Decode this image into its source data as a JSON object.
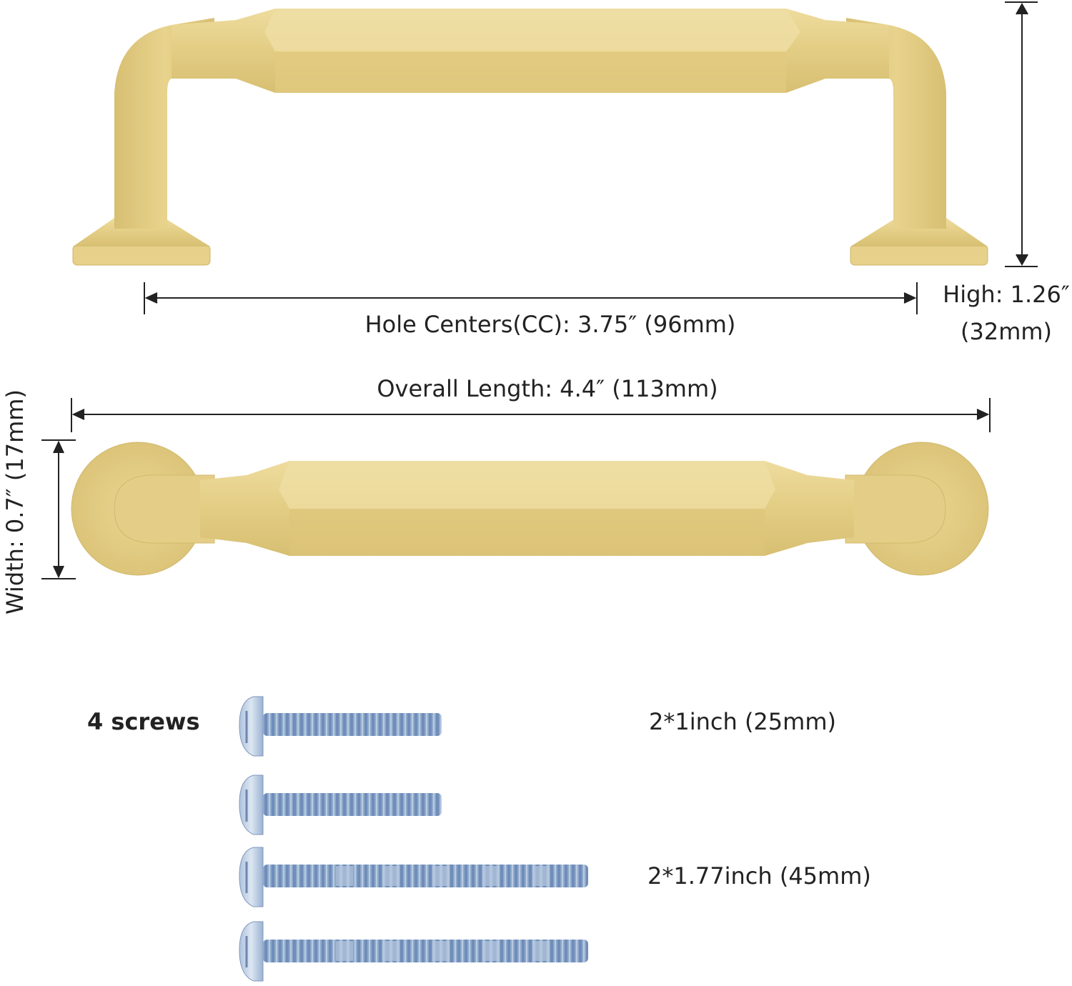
{
  "dimensions": {
    "hole_centers": "Hole Centers(CC): 3.75″ (96mm)",
    "high_line1": "High: 1.26″",
    "high_line2": "(32mm)",
    "overall_length": "Overall Length: 4.4″ (113mm)",
    "width": "Width: 0.7″ (17mm)"
  },
  "screws": {
    "title": "4 screws",
    "short_label": "2*1inch (25mm)",
    "long_label": "2*1.77inch (45mm)"
  },
  "colors": {
    "brass": "#E3CD84",
    "brass_light": "#EEDC9E",
    "brass_dark": "#CDB468",
    "screw_blue": "#8FA9CC",
    "line": "#222222"
  }
}
